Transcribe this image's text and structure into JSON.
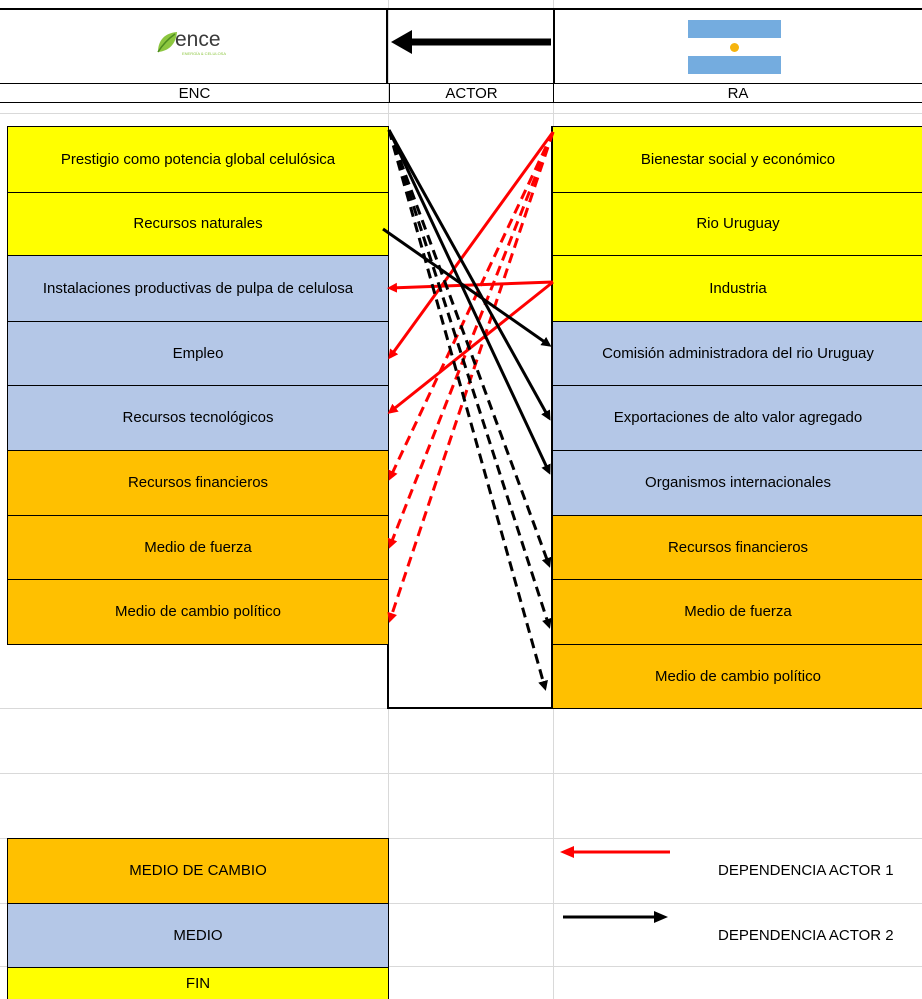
{
  "header": {
    "left_logo_text": "ence",
    "left_logo_subtext": "ENERGÍA & CELULOSA",
    "col_left": "ENC",
    "col_mid": "ACTOR",
    "col_right": "RA",
    "right_logo": "argentina-flag"
  },
  "left_column": [
    {
      "label": "Prestigio como potencia global celulósica",
      "type": "FIN"
    },
    {
      "label": "Recursos naturales",
      "type": "FIN"
    },
    {
      "label": "Instalaciones productivas de pulpa de celulosa",
      "type": "MEDIO"
    },
    {
      "label": "Empleo",
      "type": "MEDIO"
    },
    {
      "label": "Recursos tecnológicos",
      "type": "MEDIO"
    },
    {
      "label": "Recursos financieros",
      "type": "MEDIO DE CAMBIO"
    },
    {
      "label": "Medio de fuerza",
      "type": "MEDIO DE CAMBIO"
    },
    {
      "label": "Medio de cambio político",
      "type": "MEDIO DE CAMBIO"
    }
  ],
  "right_column": [
    {
      "label": "Bienestar social y económico",
      "type": "FIN"
    },
    {
      "label": "Rio Uruguay",
      "type": "FIN"
    },
    {
      "label": "Industria",
      "type": "FIN"
    },
    {
      "label": "Comisión administradora del rio Uruguay",
      "type": "MEDIO"
    },
    {
      "label": "Exportaciones de alto valor agregado",
      "type": "MEDIO"
    },
    {
      "label": "Organismos internacionales",
      "type": "MEDIO"
    },
    {
      "label": "Recursos financieros",
      "type": "MEDIO DE CAMBIO"
    },
    {
      "label": "Medio de fuerza",
      "type": "MEDIO DE CAMBIO"
    },
    {
      "label": "Medio de cambio político",
      "type": "MEDIO DE CAMBIO"
    }
  ],
  "legend": {
    "medio_de_cambio": "MEDIO DE CAMBIO",
    "medio": "MEDIO",
    "fin": "FIN",
    "dep_actor1": "DEPENDENCIA ACTOR 1",
    "dep_actor2": "DEPENDENCIA ACTOR 2"
  },
  "colors": {
    "fin": "#ffff00",
    "medio": "#b4c7e7",
    "medio_de_cambio": "#ffc000",
    "dep_actor1": "#ff0000",
    "dep_actor2": "#000000"
  }
}
